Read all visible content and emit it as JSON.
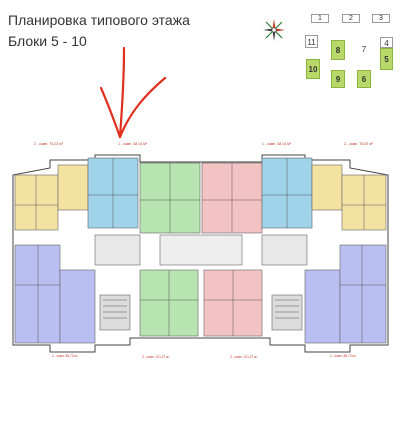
{
  "header": {
    "title_line1": "Планировка типового этажа",
    "title_line2": "Блоки 5 - 10"
  },
  "legend": {
    "top_row": [
      "1",
      "2",
      "3"
    ],
    "blocks": [
      "11",
      "8",
      "7",
      "4",
      "10",
      "9",
      "6",
      "5"
    ]
  },
  "icons": {
    "compass": "compass-rose-icon",
    "arrow": "hand-drawn-arrow-icon"
  },
  "colors": {
    "yellow": "#f3e2a1",
    "blue": "#9fd3ea",
    "green": "#b7e4b0",
    "pink": "#f3c3c3",
    "lavender": "#b9bff0",
    "highlight": "#b8d96a",
    "arrow": "#e0301e"
  },
  "apartments": {
    "top_left_2k": "2 - комн. 75,03 м²",
    "top_left_1k": "1 - комн. 48,14 м²",
    "top_right_1k": "1 - комн. 48,14 м²",
    "top_right_2k": "2 - комн. 75,03 м²",
    "bottom_left_2k": "2 - комн. 88,73 м²",
    "bottom_midleft_3k": "3 - комн. 121,27 м²",
    "bottom_midright_3k": "3 - комн. 121,27 м²",
    "bottom_right_2k": "2 - комн. 88,73 м²"
  }
}
